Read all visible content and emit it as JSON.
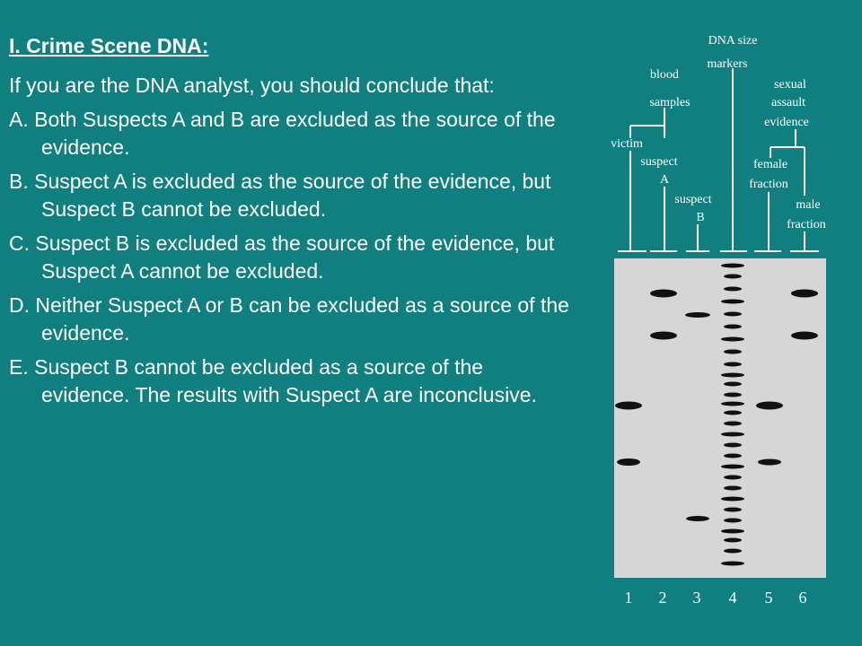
{
  "slide": {
    "title": "I.  Crime Scene DNA:",
    "intro": "If you are the DNA analyst, you should conclude that:",
    "options": [
      {
        "text": "A. Both Suspects A and B are excluded as the source of the evidence."
      },
      {
        "text": "B. Suspect A is excluded as the source of the evidence, but Suspect B cannot be excluded."
      },
      {
        "text": "C. Suspect B is excluded as the source of the evidence, but Suspect A cannot be excluded."
      },
      {
        "text": "D. Neither Suspect A or B can be excluded as a source of the evidence."
      },
      {
        "text": "E. Suspect B cannot be excluded as a source of the evidence. The results with Suspect A are inconclusive."
      }
    ]
  },
  "gel": {
    "labels": {
      "dna_size_markers": [
        "DNA size",
        "markers"
      ],
      "blood_samples": [
        "blood",
        "samples"
      ],
      "sexual_assault_evidence": [
        "sexual",
        "assault",
        "evidence"
      ],
      "victim": "victim",
      "suspect_a": [
        "suspect",
        "A"
      ],
      "suspect_b": [
        "suspect",
        "B"
      ],
      "female_fraction": [
        "female",
        "fraction"
      ],
      "male_fraction": [
        "male",
        "fraction"
      ]
    },
    "lane_numbers": [
      "1",
      "2",
      "3",
      "4",
      "5",
      "6"
    ],
    "colors": {
      "gel_background": "#d6d6d6",
      "band": "#111111",
      "slide_background": "#0f7f7f"
    }
  }
}
